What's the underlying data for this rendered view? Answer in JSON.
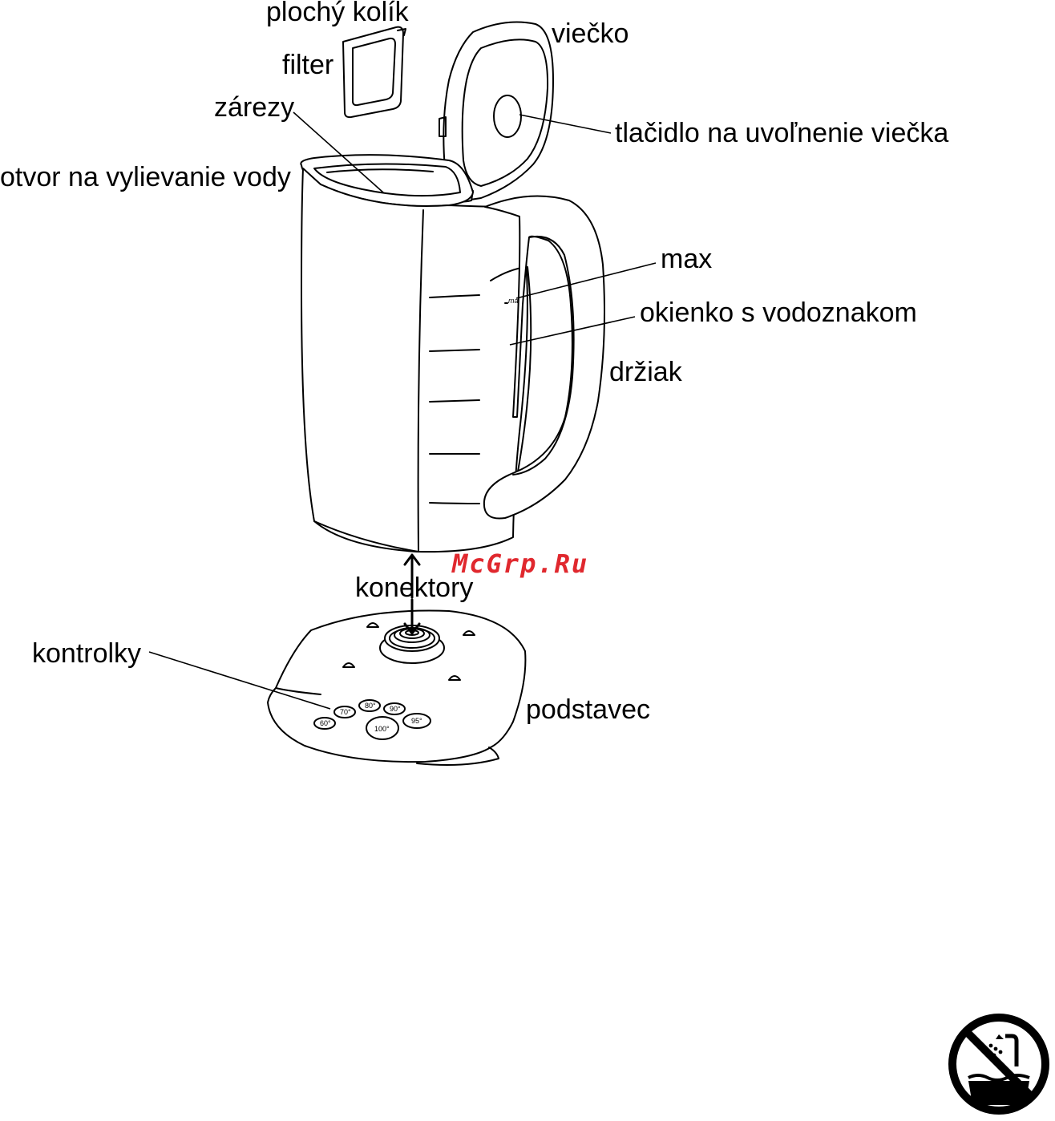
{
  "labels": {
    "plochy_kolik": "plochý kolík",
    "filter": "filter",
    "zarezy": "zárezy",
    "otvor": "otvor na vylievanie vody",
    "viecko": "viečko",
    "tlacidlo": "tlačidlo na uvoľnenie viečka",
    "max": "max",
    "okienko": "okienko s vodoznakom",
    "drziak": "držiak",
    "konektory": "konektory",
    "kontrolky": "kontrolky",
    "podstavec": "podstavec"
  },
  "window_mark": "ma",
  "buttons": {
    "b60": "60°",
    "b70": "70°",
    "b80": "80°",
    "b90": "90°",
    "b95": "95°",
    "b100": "100°"
  },
  "watermark": {
    "text": "McGrp.Ru",
    "color": "#e0282e"
  },
  "no_immersion_icon": "no-immersion-shower-icon"
}
